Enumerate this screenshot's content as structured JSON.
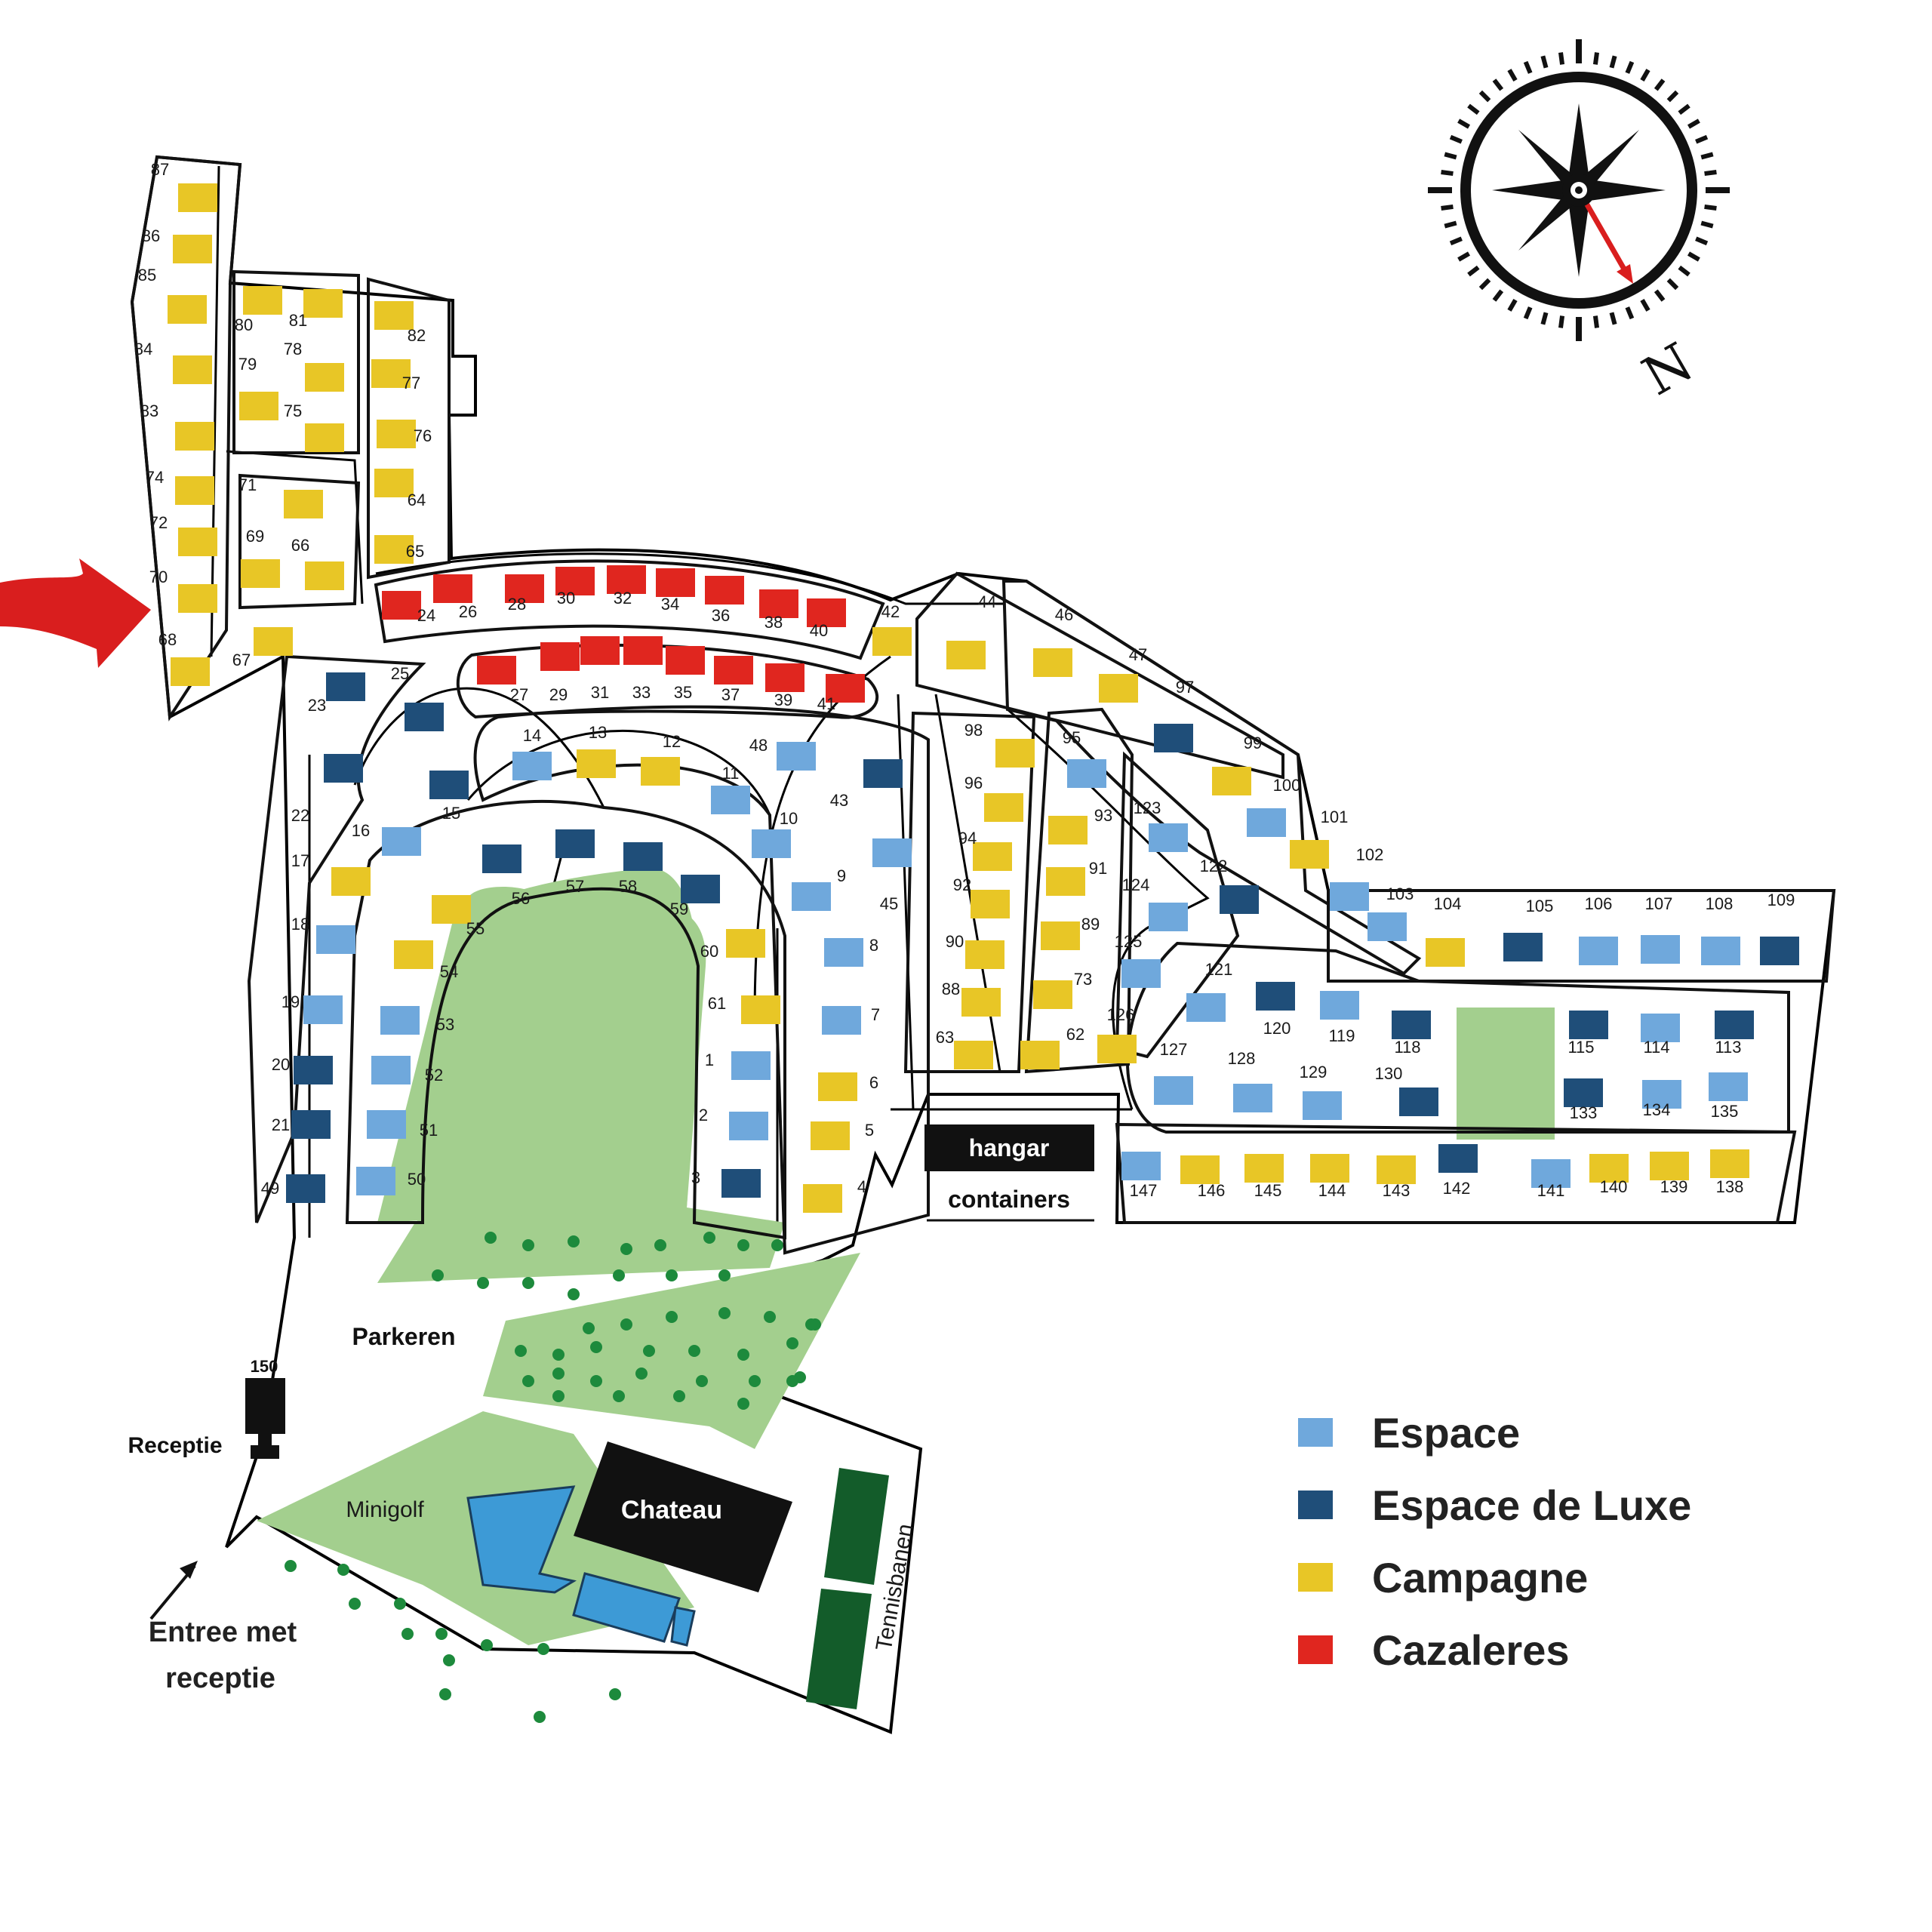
{
  "colors": {
    "espace": "#6fa8dc",
    "espace_de_luxe": "#1f4e79",
    "campagne": "#e8c626",
    "cazaleres": "#e0261f",
    "green": "#a3cf8e",
    "tree": "#1d8a3c",
    "pool": "#3d9ad6",
    "tennis": "#135c2a",
    "arrow": "#d91e1e"
  },
  "compass": {
    "north_label": "N"
  },
  "facilities": {
    "hangar": "hangar",
    "containers": "containers",
    "parkeren": "Parkeren",
    "reception_number": "150",
    "receptie": "Receptie",
    "minigolf": "Minigolf",
    "chateau": "Chateau",
    "tennisbanen": "Tennisbanen",
    "entrance_line1": "Entree met",
    "entrance_line2": "receptie"
  },
  "legend": [
    {
      "label": "Espace",
      "type": "espace"
    },
    {
      "label": "Espace de Luxe",
      "type": "espace_de_luxe"
    },
    {
      "label": "Campagne",
      "type": "campagne"
    },
    {
      "label": "Cazaleres",
      "type": "cazaleres"
    }
  ],
  "plots": [
    {
      "n": "87",
      "type": "campagne"
    },
    {
      "n": "86",
      "type": "campagne"
    },
    {
      "n": "85",
      "type": "campagne"
    },
    {
      "n": "84",
      "type": "campagne"
    },
    {
      "n": "83",
      "type": "campagne"
    },
    {
      "n": "74",
      "type": "campagne"
    },
    {
      "n": "72",
      "type": "campagne"
    },
    {
      "n": "70",
      "type": "campagne"
    },
    {
      "n": "68",
      "type": "campagne"
    },
    {
      "n": "67",
      "type": "campagne"
    },
    {
      "n": "80",
      "type": "campagne"
    },
    {
      "n": "81",
      "type": "campagne"
    },
    {
      "n": "79",
      "type": "campagne"
    },
    {
      "n": "78",
      "type": "campagne"
    },
    {
      "n": "75",
      "type": "campagne"
    },
    {
      "n": "82",
      "type": "campagne"
    },
    {
      "n": "77",
      "type": "campagne"
    },
    {
      "n": "76",
      "type": "campagne"
    },
    {
      "n": "64",
      "type": "campagne"
    },
    {
      "n": "65",
      "type": "campagne"
    },
    {
      "n": "71",
      "type": "campagne"
    },
    {
      "n": "69",
      "type": "campagne"
    },
    {
      "n": "66",
      "type": "campagne"
    },
    {
      "n": "24",
      "type": "cazaleres"
    },
    {
      "n": "26",
      "type": "cazaleres"
    },
    {
      "n": "28",
      "type": "cazaleres"
    },
    {
      "n": "30",
      "type": "cazaleres"
    },
    {
      "n": "32",
      "type": "cazaleres"
    },
    {
      "n": "34",
      "type": "cazaleres"
    },
    {
      "n": "36",
      "type": "cazaleres"
    },
    {
      "n": "38",
      "type": "cazaleres"
    },
    {
      "n": "40",
      "type": "cazaleres"
    },
    {
      "n": "27",
      "type": "cazaleres"
    },
    {
      "n": "29",
      "type": "cazaleres"
    },
    {
      "n": "31",
      "type": "cazaleres"
    },
    {
      "n": "33",
      "type": "cazaleres"
    },
    {
      "n": "35",
      "type": "cazaleres"
    },
    {
      "n": "37",
      "type": "cazaleres"
    },
    {
      "n": "39",
      "type": "cazaleres"
    },
    {
      "n": "41",
      "type": "cazaleres"
    },
    {
      "n": "42",
      "type": "campagne"
    },
    {
      "n": "44",
      "type": "campagne"
    },
    {
      "n": "46",
      "type": "campagne"
    },
    {
      "n": "47",
      "type": "campagne"
    },
    {
      "n": "97",
      "type": "espace_de_luxe"
    },
    {
      "n": "99",
      "type": "campagne"
    },
    {
      "n": "100",
      "type": "espace"
    },
    {
      "n": "101",
      "type": "campagne"
    },
    {
      "n": "102",
      "type": "espace"
    },
    {
      "n": "103",
      "type": "espace"
    },
    {
      "n": "23",
      "type": "espace_de_luxe"
    },
    {
      "n": "25",
      "type": "espace_de_luxe"
    },
    {
      "n": "22",
      "type": "espace_de_luxe"
    },
    {
      "n": "15",
      "type": "espace_de_luxe"
    },
    {
      "n": "16",
      "type": "espace"
    },
    {
      "n": "17",
      "type": "campagne"
    },
    {
      "n": "18",
      "type": "espace"
    },
    {
      "n": "19",
      "type": "espace"
    },
    {
      "n": "20",
      "type": "espace_de_luxe"
    },
    {
      "n": "21",
      "type": "espace_de_luxe"
    },
    {
      "n": "49",
      "type": "espace_de_luxe"
    },
    {
      "n": "14",
      "type": "espace"
    },
    {
      "n": "13",
      "type": "campagne"
    },
    {
      "n": "12",
      "type": "campagne"
    },
    {
      "n": "48",
      "type": "espace"
    },
    {
      "n": "11",
      "type": "espace"
    },
    {
      "n": "43",
      "type": "espace_de_luxe"
    },
    {
      "n": "10",
      "type": "espace"
    },
    {
      "n": "9",
      "type": "espace"
    },
    {
      "n": "45",
      "type": "espace"
    },
    {
      "n": "8",
      "type": "espace"
    },
    {
      "n": "7",
      "type": "espace"
    },
    {
      "n": "6",
      "type": "campagne"
    },
    {
      "n": "5",
      "type": "campagne"
    },
    {
      "n": "4",
      "type": "campagne"
    },
    {
      "n": "55",
      "type": "campagne"
    },
    {
      "n": "56",
      "type": "espace_de_luxe"
    },
    {
      "n": "57",
      "type": "espace_de_luxe"
    },
    {
      "n": "58",
      "type": "espace_de_luxe"
    },
    {
      "n": "59",
      "type": "espace_de_luxe"
    },
    {
      "n": "60",
      "type": "campagne"
    },
    {
      "n": "61",
      "type": "campagne"
    },
    {
      "n": "1",
      "type": "espace"
    },
    {
      "n": "2",
      "type": "espace"
    },
    {
      "n": "3",
      "type": "espace_de_luxe"
    },
    {
      "n": "54",
      "type": "campagne"
    },
    {
      "n": "53",
      "type": "espace"
    },
    {
      "n": "52",
      "type": "espace"
    },
    {
      "n": "51",
      "type": "espace"
    },
    {
      "n": "50",
      "type": "espace"
    },
    {
      "n": "98",
      "type": "campagne"
    },
    {
      "n": "96",
      "type": "campagne"
    },
    {
      "n": "94",
      "type": "campagne"
    },
    {
      "n": "92",
      "type": "campagne"
    },
    {
      "n": "90",
      "type": "campagne"
    },
    {
      "n": "88",
      "type": "campagne"
    },
    {
      "n": "63",
      "type": "campagne"
    },
    {
      "n": "95",
      "type": "espace"
    },
    {
      "n": "93",
      "type": "campagne"
    },
    {
      "n": "91",
      "type": "campagne"
    },
    {
      "n": "89",
      "type": "campagne"
    },
    {
      "n": "73",
      "type": "campagne"
    },
    {
      "n": "62",
      "type": "campagne"
    },
    {
      "n": "123",
      "type": "espace"
    },
    {
      "n": "122",
      "type": "espace_de_luxe"
    },
    {
      "n": "124",
      "type": "espace"
    },
    {
      "n": "125",
      "type": "espace"
    },
    {
      "n": "126",
      "type": "campagne"
    },
    {
      "n": "104",
      "type": "campagne"
    },
    {
      "n": "105",
      "type": "espace_de_luxe"
    },
    {
      "n": "106",
      "type": "espace"
    },
    {
      "n": "107",
      "type": "espace"
    },
    {
      "n": "108",
      "type": "espace"
    },
    {
      "n": "109",
      "type": "espace_de_luxe"
    },
    {
      "n": "121",
      "type": "espace"
    },
    {
      "n": "120",
      "type": "espace_de_luxe"
    },
    {
      "n": "119",
      "type": "espace"
    },
    {
      "n": "118",
      "type": "espace_de_luxe"
    },
    {
      "n": "127",
      "type": "espace"
    },
    {
      "n": "128",
      "type": "espace"
    },
    {
      "n": "129",
      "type": "espace"
    },
    {
      "n": "130",
      "type": "espace_de_luxe"
    },
    {
      "n": "115",
      "type": "espace_de_luxe"
    },
    {
      "n": "114",
      "type": "espace"
    },
    {
      "n": "113",
      "type": "espace_de_luxe"
    },
    {
      "n": "133",
      "type": "espace_de_luxe"
    },
    {
      "n": "134",
      "type": "espace"
    },
    {
      "n": "135",
      "type": "espace"
    },
    {
      "n": "147",
      "type": "espace"
    },
    {
      "n": "146",
      "type": "campagne"
    },
    {
      "n": "145",
      "type": "campagne"
    },
    {
      "n": "144",
      "type": "campagne"
    },
    {
      "n": "143",
      "type": "campagne"
    },
    {
      "n": "142",
      "type": "espace_de_luxe"
    },
    {
      "n": "141",
      "type": "espace"
    },
    {
      "n": "140",
      "type": "campagne"
    },
    {
      "n": "139",
      "type": "campagne"
    },
    {
      "n": "138",
      "type": "campagne"
    }
  ]
}
